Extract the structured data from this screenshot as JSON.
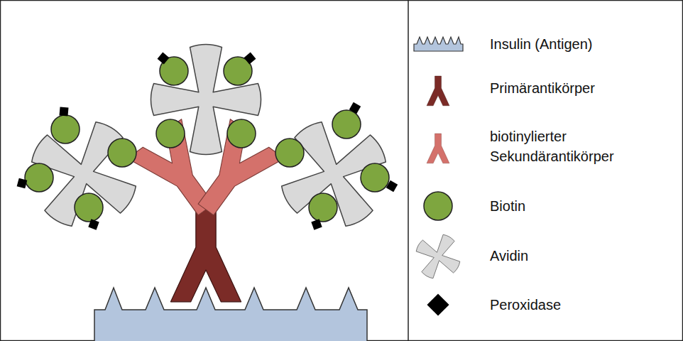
{
  "diagram": {
    "legend": [
      {
        "text": "Insulin (Antigen)"
      },
      {
        "text": "Primärantikörper"
      },
      {
        "text": "biotinylierter Sekundärantikörper"
      },
      {
        "text": "Biotin"
      },
      {
        "text": "Avidin"
      },
      {
        "text": "Peroxidase"
      }
    ]
  }
}
